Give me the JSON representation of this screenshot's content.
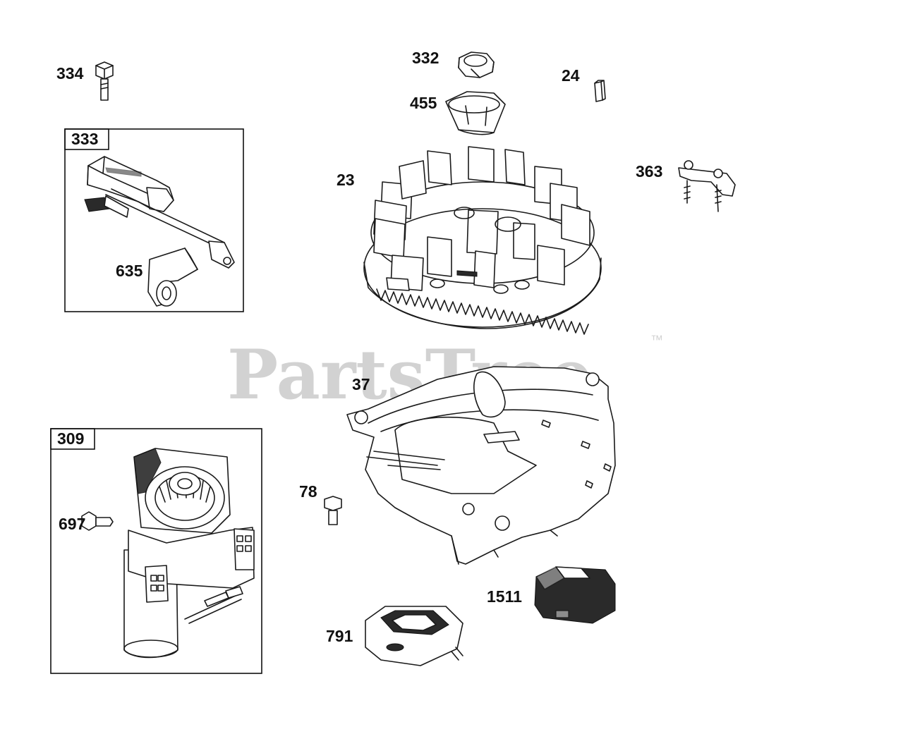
{
  "watermark": {
    "text": "PartsTree",
    "trademark": "™"
  },
  "group_boxes": [
    {
      "id": "box-333",
      "label": "333"
    },
    {
      "id": "box-309",
      "label": "309"
    }
  ],
  "callouts": {
    "p334": "334",
    "p332": "332",
    "p24": "24",
    "p455": "455",
    "p23": "23",
    "p363": "363",
    "p635": "635",
    "p37": "37",
    "p78": "78",
    "p697": "697",
    "p1511": "1511",
    "p791": "791"
  }
}
